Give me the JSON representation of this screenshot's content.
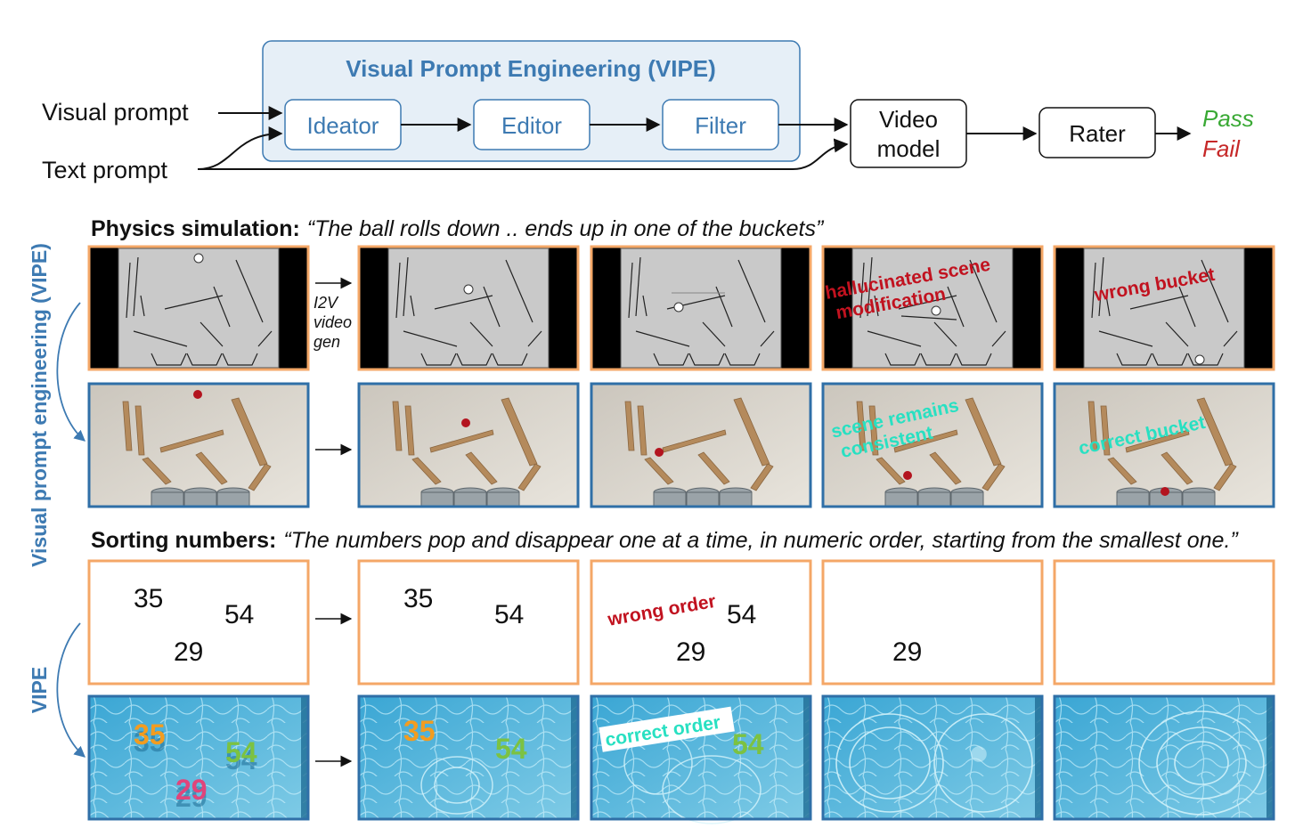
{
  "pipeline": {
    "vipe_title": "Visual Prompt Engineering (VIPE)",
    "inputs": {
      "visual": "Visual prompt",
      "text": "Text prompt"
    },
    "stages": {
      "ideator": "Ideator",
      "editor": "Editor",
      "filter": "Filter"
    },
    "video_model": {
      "line1": "Video",
      "line2": "model"
    },
    "rater": "Rater",
    "outcomes": {
      "pass": "Pass",
      "fail": "Fail"
    }
  },
  "side_labels": {
    "top": "Visual prompt engineering (VIPE)",
    "bottom": "VIPE"
  },
  "physics": {
    "title": "Physics simulation:",
    "prompt": "“The ball rolls down .. ends up in one of the buckets”",
    "i2v_lines": [
      "I2V",
      "video",
      "gen"
    ],
    "annotations": {
      "hallucinated_1": "hallucinated scene",
      "hallucinated_2": "modification",
      "wrong_bucket": "wrong bucket",
      "consistent_1": "scene remains",
      "consistent_2": "consistent",
      "correct_bucket": "correct bucket"
    }
  },
  "sorting": {
    "title": "Sorting numbers:",
    "prompt": "“The numbers pop and disappear one at a time, in numeric order, starting from the smallest one.”",
    "numbers": {
      "a": "35",
      "b": "54",
      "c": "29"
    },
    "annotations": {
      "wrong_order": "wrong order",
      "correct_order": "correct order"
    }
  },
  "colors": {
    "orange_border": "#f4a767",
    "blue_border": "#2f6fa7",
    "vipe_fill": "#e6eff7",
    "vipe_blue": "#3d7ab2",
    "pass_green": "#3aa935",
    "fail_red": "#c62828",
    "annotation_red": "#c1121f",
    "annotation_cyan": "#28e0c2"
  }
}
